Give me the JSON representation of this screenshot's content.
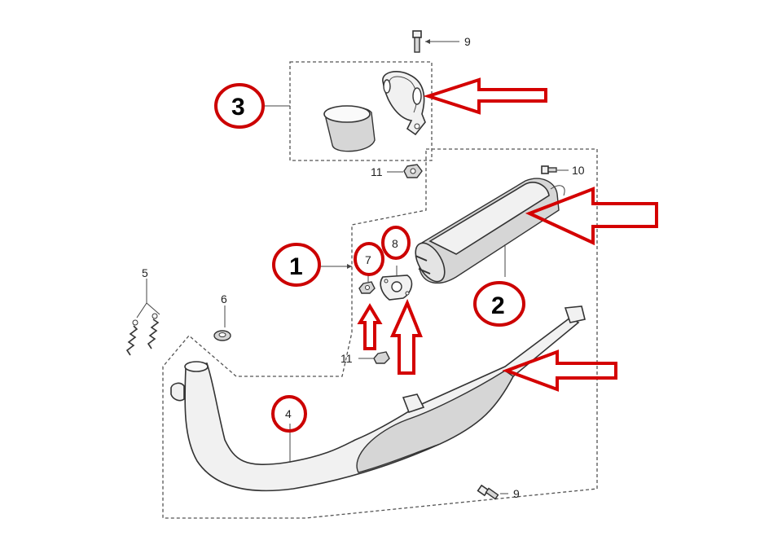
{
  "labels": {
    "circled_1": "1",
    "circled_2": "2",
    "circled_3": "3",
    "circled_4": "4",
    "circled_7": "7",
    "circled_8": "8",
    "ref_5": "5",
    "ref_6": "6",
    "ref_9_top": "9",
    "ref_9_bottom": "9",
    "ref_10": "10",
    "ref_11_top": "11",
    "ref_11_mid": "11"
  },
  "colors": {
    "annotation_red": "#d40000",
    "line_gray": "#333333"
  }
}
